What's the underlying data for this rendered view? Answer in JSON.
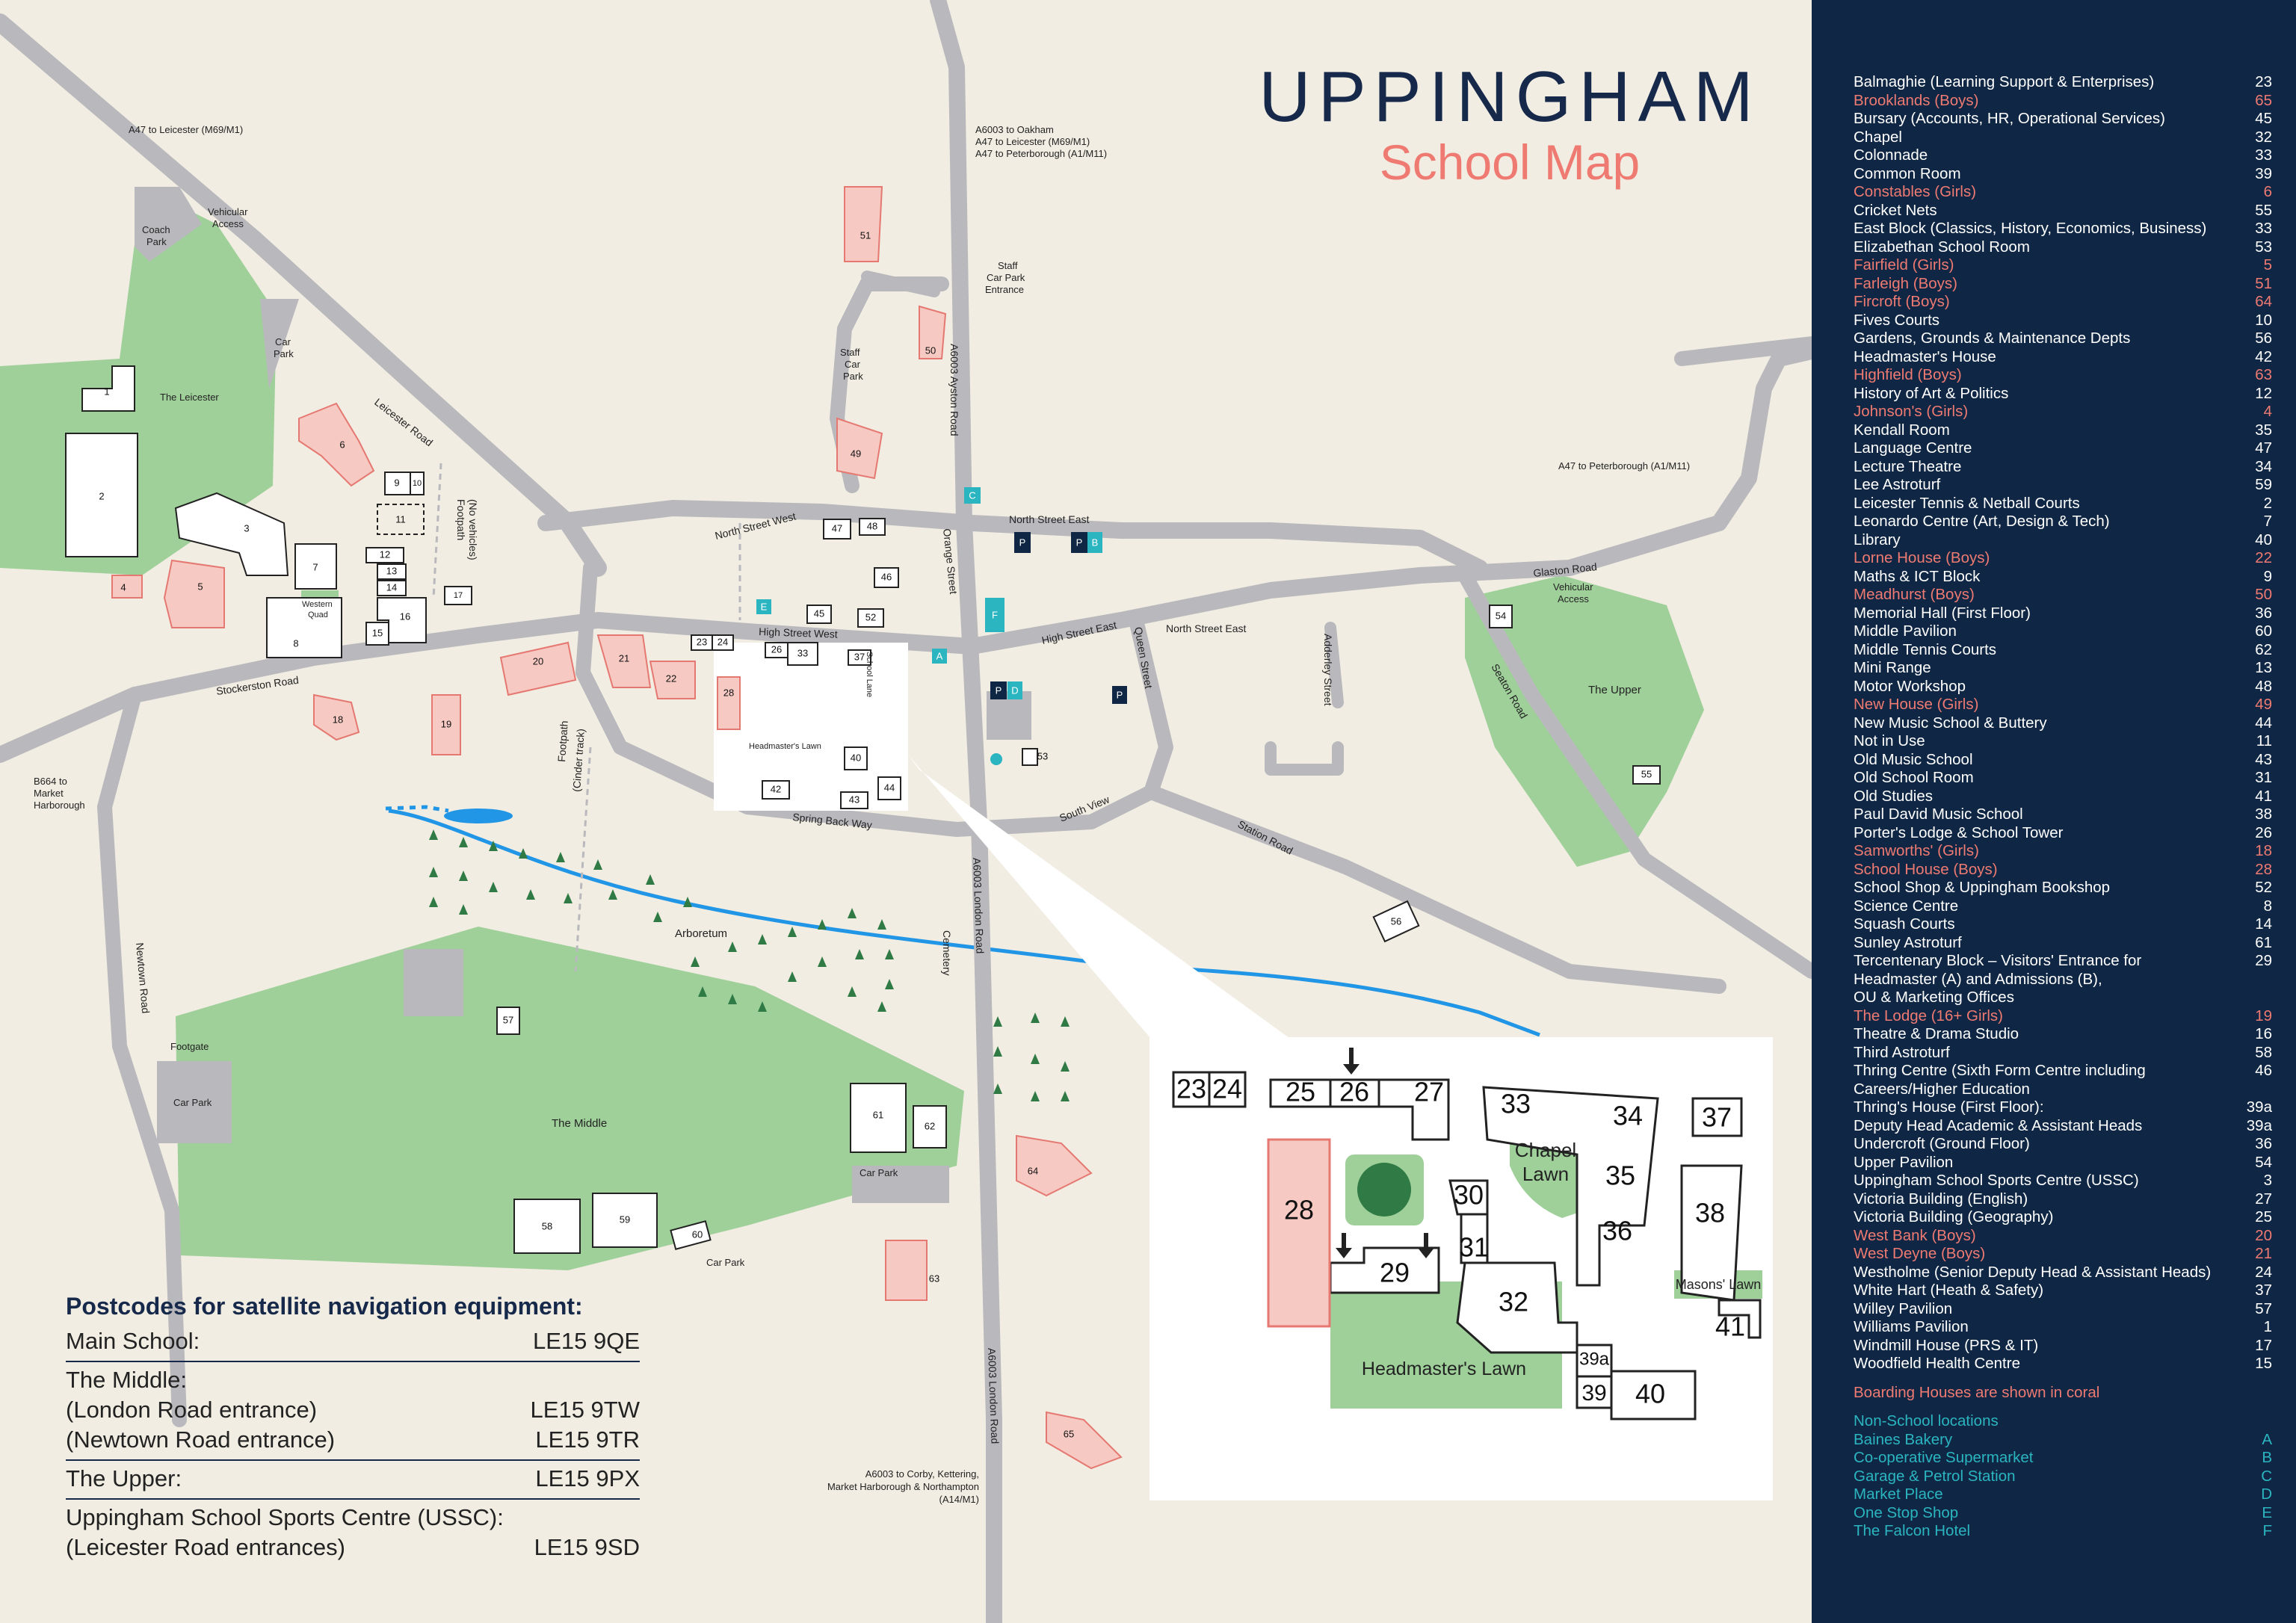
{
  "title": {
    "main": "UPPINGHAM",
    "sub": "School Map"
  },
  "colors": {
    "background": "#f1ede2",
    "road": "#b9b9bd",
    "green": "#9fd09a",
    "boarding": "#f6c9c3",
    "boarding_outline": "#e57871",
    "panel": "#0f2744",
    "accent_teal": "#2bb5c0",
    "title_navy": "#16294a",
    "title_coral": "#ee7a72",
    "water": "#2196e6"
  },
  "roads": {
    "leicester_road": "Leicester Road",
    "stockerston_road": "Stockerston Road",
    "north_street_west": "North Street West",
    "north_street_east": "North Street East",
    "north_street_east_2": "North Street East",
    "high_street_west": "High Street West",
    "high_street_east": "High Street East",
    "spring_back_way": "Spring Back Way",
    "south_view": "South View",
    "station_road": "Station Road",
    "glaston_road": "Glaston Road",
    "seaton_road": "Seaton Road",
    "queen_street": "Queen Street",
    "adderley_street": "Adderley Street",
    "orange_street": "Orange Street",
    "ayston_road": "A6003 Ayston Road",
    "london_road": "A6003 London Road",
    "london_road_2": "A6003 London Road",
    "newtown_road": "Newtown Road",
    "school_lane": "School Lane"
  },
  "destinations": {
    "a47_leicester": "A47 to Leicester (M69/M1)",
    "oakham_1": "A6003 to Oakham",
    "oakham_2": "A47 to Leicester (M69/M1)",
    "oakham_3": "A47 to Peterborough (A1/M11)",
    "a47_peterborough": "A47 to Peterborough (A1/M11)",
    "b664_1": "B664 to",
    "b664_2": "Market",
    "b664_3": "Harborough",
    "corby_1": "A6003 to Corby, Kettering,",
    "corby_2": "Market Harborough & Northampton",
    "corby_3": "(A14/M1)"
  },
  "places": {
    "coach_park_1": "Coach",
    "coach_park_2": "Park",
    "vehicular_1": "Vehicular",
    "vehicular_2": "Access",
    "car_park_1": "Car",
    "car_park_2": "Park",
    "the_leicester": "The Leicester",
    "staff_cp_1": "Staff",
    "staff_cp_2": "Car Park",
    "staff_cp_3": "Entrance",
    "staff_car_1": "Staff",
    "staff_car_2": "Car",
    "staff_car_3": "Park",
    "footpath_nv_1": "Footpath",
    "footpath_nv_2": "(No vehicles)",
    "footpath_ct_1": "Footpath",
    "footpath_ct_2": "(Cinder track)",
    "western_quad_1": "Western",
    "western_quad_2": "Quad",
    "chapel_lawn_1": "Chapel",
    "chapel_lawn_2": "Lawn",
    "masons_lawn": "Masons' Lawn",
    "headmasters_lawn": "Headmaster's Lawn",
    "arboretum": "Arboretum",
    "cemetery": "Cemetery",
    "the_middle": "The Middle",
    "the_upper": "The Upper",
    "upper_vehicular_1": "Vehicular",
    "upper_vehicular_2": "Access",
    "footgate": "Footgate",
    "car_park_a": "Car Park",
    "car_park_b": "Car Park",
    "car_park_c": "Car Park"
  },
  "postcodes": {
    "heading": "Postcodes for satellite navigation equipment:",
    "main_label": "Main School:",
    "main_code": "LE15 9QE",
    "middle_label": "The Middle:",
    "middle_london": "(London Road entrance)",
    "middle_london_code": "LE15 9TW",
    "middle_newtown": "(Newtown Road entrance)",
    "middle_newtown_code": "LE15 9TR",
    "upper_label": "The Upper:",
    "upper_code": "LE15 9PX",
    "ussc_label": "Uppingham School Sports Centre (USSC):",
    "ussc_entr": "(Leicester Road entrances)",
    "ussc_code": "LE15 9SD"
  },
  "index": [
    {
      "name": "Balmaghie (Learning Support & Enterprises)",
      "num": "23",
      "kind": "std"
    },
    {
      "name": "Brooklands (Boys)",
      "num": "65",
      "kind": "board"
    },
    {
      "name": "Bursary (Accounts, HR, Operational Services)",
      "num": "45",
      "kind": "std"
    },
    {
      "name": "Chapel",
      "num": "32",
      "kind": "std"
    },
    {
      "name": "Colonnade",
      "num": "33",
      "kind": "std"
    },
    {
      "name": "Common Room",
      "num": "39",
      "kind": "std"
    },
    {
      "name": "Constables (Girls)",
      "num": "6",
      "kind": "board"
    },
    {
      "name": "Cricket Nets",
      "num": "55",
      "kind": "std"
    },
    {
      "name": "East Block (Classics, History, Economics, Business)",
      "num": "33",
      "kind": "std"
    },
    {
      "name": "Elizabethan School Room",
      "num": "53",
      "kind": "std"
    },
    {
      "name": "Fairfield (Girls)",
      "num": "5",
      "kind": "board"
    },
    {
      "name": "Farleigh (Boys)",
      "num": "51",
      "kind": "board"
    },
    {
      "name": "Fircroft (Boys)",
      "num": "64",
      "kind": "board"
    },
    {
      "name": "Fives Courts",
      "num": "10",
      "kind": "std"
    },
    {
      "name": "Gardens, Grounds & Maintenance Depts",
      "num": "56",
      "kind": "std"
    },
    {
      "name": "Headmaster's House",
      "num": "42",
      "kind": "std"
    },
    {
      "name": "Highfield (Boys)",
      "num": "63",
      "kind": "board"
    },
    {
      "name": "History of Art & Politics",
      "num": "12",
      "kind": "std"
    },
    {
      "name": "Johnson's (Girls)",
      "num": "4",
      "kind": "board"
    },
    {
      "name": "Kendall Room",
      "num": "35",
      "kind": "std"
    },
    {
      "name": "Language Centre",
      "num": "47",
      "kind": "std"
    },
    {
      "name": "Lecture Theatre",
      "num": "34",
      "kind": "std"
    },
    {
      "name": "Lee Astroturf",
      "num": "59",
      "kind": "std"
    },
    {
      "name": "Leicester Tennis & Netball Courts",
      "num": "2",
      "kind": "std"
    },
    {
      "name": "Leonardo Centre (Art, Design & Tech)",
      "num": "7",
      "kind": "std"
    },
    {
      "name": "Library",
      "num": "40",
      "kind": "std"
    },
    {
      "name": "Lorne House (Boys)",
      "num": "22",
      "kind": "board"
    },
    {
      "name": "Maths & ICT Block",
      "num": "9",
      "kind": "std"
    },
    {
      "name": "Meadhurst (Boys)",
      "num": "50",
      "kind": "board"
    },
    {
      "name": "Memorial Hall (First Floor)",
      "num": "36",
      "kind": "std"
    },
    {
      "name": "Middle Pavilion",
      "num": "60",
      "kind": "std"
    },
    {
      "name": "Middle Tennis Courts",
      "num": "62",
      "kind": "std"
    },
    {
      "name": "Mini Range",
      "num": "13",
      "kind": "std"
    },
    {
      "name": "Motor Workshop",
      "num": "48",
      "kind": "std"
    },
    {
      "name": "New House (Girls)",
      "num": "49",
      "kind": "board"
    },
    {
      "name": "New Music School & Buttery",
      "num": "44",
      "kind": "std"
    },
    {
      "name": "Not in Use",
      "num": "11",
      "kind": "std"
    },
    {
      "name": "Old Music School",
      "num": "43",
      "kind": "std"
    },
    {
      "name": "Old School Room",
      "num": "31",
      "kind": "std"
    },
    {
      "name": "Old Studies",
      "num": "41",
      "kind": "std"
    },
    {
      "name": "Paul David Music School",
      "num": "38",
      "kind": "std"
    },
    {
      "name": "Porter's Lodge & School Tower",
      "num": "26",
      "kind": "std"
    },
    {
      "name": "Samworths' (Girls)",
      "num": "18",
      "kind": "board"
    },
    {
      "name": "School House (Boys)",
      "num": "28",
      "kind": "board"
    },
    {
      "name": "School Shop & Uppingham Bookshop",
      "num": "52",
      "kind": "std"
    },
    {
      "name": "Science Centre",
      "num": "8",
      "kind": "std"
    },
    {
      "name": "Squash Courts",
      "num": "14",
      "kind": "std"
    },
    {
      "name": "Sunley Astroturf",
      "num": "61",
      "kind": "std"
    },
    {
      "name": "Tercentenary Block – Visitors' Entrance for",
      "num": "29",
      "kind": "std"
    },
    {
      "name": "Headmaster (A) and Admissions (B),",
      "num": "",
      "kind": "std"
    },
    {
      "name": "OU & Marketing Offices",
      "num": "",
      "kind": "std"
    },
    {
      "name": "The Lodge (16+ Girls)",
      "num": "19",
      "kind": "board"
    },
    {
      "name": "Theatre & Drama Studio",
      "num": "16",
      "kind": "std"
    },
    {
      "name": "Third Astroturf",
      "num": "58",
      "kind": "std"
    },
    {
      "name": "Thring Centre (Sixth Form Centre including",
      "num": "46",
      "kind": "std"
    },
    {
      "name": "Careers/Higher Education",
      "num": "",
      "kind": "std"
    },
    {
      "name": "Thring's House (First Floor):",
      "num": "39a",
      "kind": "std"
    },
    {
      "name": "Deputy Head Academic & Assistant Heads",
      "num": "39a",
      "kind": "std"
    },
    {
      "name": "Undercroft (Ground Floor)",
      "num": "36",
      "kind": "std"
    },
    {
      "name": "Upper Pavilion",
      "num": "54",
      "kind": "std"
    },
    {
      "name": "Uppingham School Sports Centre (USSC)",
      "num": "3",
      "kind": "std"
    },
    {
      "name": "Victoria Building (English)",
      "num": "27",
      "kind": "std"
    },
    {
      "name": "Victoria Building (Geography)",
      "num": "25",
      "kind": "std"
    },
    {
      "name": "West Bank (Boys)",
      "num": "20",
      "kind": "board"
    },
    {
      "name": "West Deyne (Boys)",
      "num": "21",
      "kind": "board"
    },
    {
      "name": "Westholme (Senior Deputy Head & Assistant Heads)",
      "num": "24",
      "kind": "std"
    },
    {
      "name": "White Hart (Heath & Safety)",
      "num": "37",
      "kind": "std"
    },
    {
      "name": "Willey Pavilion",
      "num": "57",
      "kind": "std"
    },
    {
      "name": "Williams Pavilion",
      "num": "1",
      "kind": "std"
    },
    {
      "name": "Windmill House (PRS & IT)",
      "num": "17",
      "kind": "std"
    },
    {
      "name": "Woodfield Health Centre",
      "num": "15",
      "kind": "std"
    }
  ],
  "boarding_note": "Boarding Houses are shown in coral",
  "non_school": [
    {
      "name": "Non-School locations",
      "num": ""
    },
    {
      "name": "Baines Bakery",
      "num": "A"
    },
    {
      "name": "Co-operative Supermarket",
      "num": "B"
    },
    {
      "name": "Garage & Petrol Station",
      "num": "C"
    },
    {
      "name": "Market Place",
      "num": "D"
    },
    {
      "name": "One Stop Shop",
      "num": "E"
    },
    {
      "name": "The Falcon Hotel",
      "num": "F"
    }
  ],
  "markers": {
    "A": "A",
    "B": "B",
    "C": "C",
    "D": "D",
    "E": "E",
    "F": "F",
    "P": "P"
  },
  "buildings": {
    "b1": "1",
    "b2": "2",
    "b3": "3",
    "b4": "4",
    "b5": "5",
    "b6": "6",
    "b7": "7",
    "b8": "8",
    "b9": "9",
    "b10": "10",
    "b11": "11",
    "b12": "12",
    "b13": "13",
    "b14": "14",
    "b15": "15",
    "b16": "16",
    "b17": "17",
    "b18": "18",
    "b19": "19",
    "b20": "20",
    "b21": "21",
    "b22": "22",
    "b23": "23",
    "b24": "24",
    "b25": "25",
    "b26": "26",
    "b27": "27",
    "b28": "28",
    "b29": "29",
    "b30": "30",
    "b31": "31",
    "b32": "32",
    "b33": "33",
    "b34": "34",
    "b35": "35",
    "b36": "36",
    "b37": "37",
    "b38": "38",
    "b39": "39",
    "b39a": "39a",
    "b40": "40",
    "b41": "41",
    "b42": "42",
    "b43": "43",
    "b44": "44",
    "b45": "45",
    "b46": "46",
    "b47": "47",
    "b48": "48",
    "b49": "49",
    "b50": "50",
    "b51": "51",
    "b52": "52",
    "b53": "53",
    "b54": "54",
    "b55": "55",
    "b56": "56",
    "b57": "57",
    "b58": "58",
    "b59": "59",
    "b60": "60",
    "b61": "61",
    "b62": "62",
    "b63": "63",
    "b64": "64",
    "b65": "65"
  }
}
